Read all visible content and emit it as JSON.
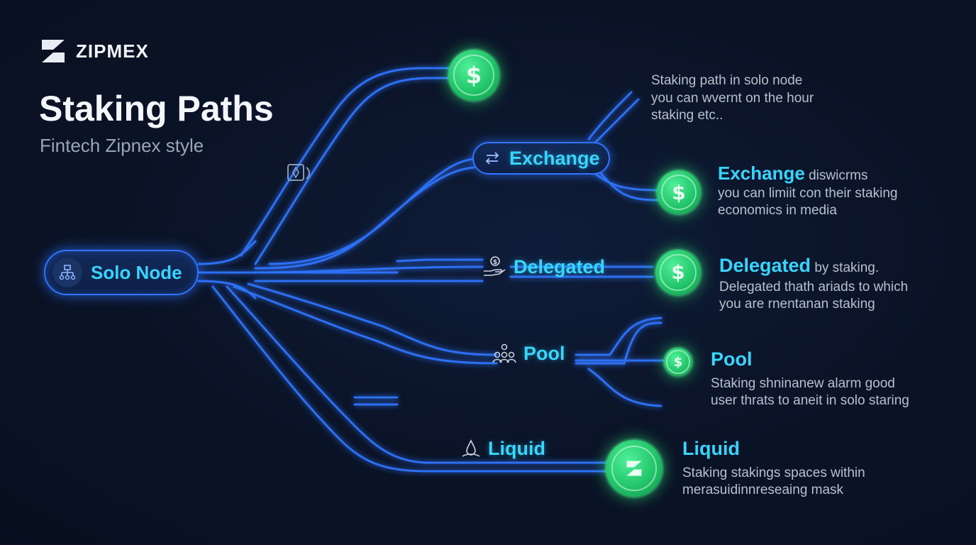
{
  "brand": {
    "name": "ZIPMEX"
  },
  "header": {
    "title": "Staking Paths",
    "subtitle": "Fintech Zipnex style"
  },
  "nodes": {
    "solo": "Solo Node",
    "exchange": "Exchange",
    "delegated": "Delegated",
    "pool": "Pool",
    "liquid": "Liquid"
  },
  "coins": {
    "symbol": "$"
  },
  "descriptions": {
    "top": [
      "Staking path in solo node",
      "you can wvernt on the hour",
      "staking etc.."
    ],
    "exchange": {
      "head": "Exchange",
      "tail": " diswicrms",
      "lines": [
        "you can limiit con their staking",
        "economics in media"
      ]
    },
    "delegated": {
      "head": "Delegated",
      "tail": " by staking.",
      "lines": [
        "Delegated thath ariads to which",
        "you are rnentanan staking"
      ]
    },
    "pool": {
      "head": "Pool",
      "lines": [
        "Staking shninanew alarm good",
        "user thrats to aneit in solo staring"
      ]
    },
    "liquid": {
      "head": "Liquid",
      "lines": [
        "Staking stakings spaces within",
        "merasuidinnreseaing mask"
      ]
    }
  },
  "colors": {
    "background": "#0b1428",
    "line": "#2f74ff",
    "accent": "#38d5ff",
    "coin": "#21c468",
    "text_muted": "#b6c0ce"
  },
  "icons": {
    "brand": "zipmex-logo-icon",
    "solo": "network-node-icon",
    "exchange": "swap-arrows-icon",
    "delegated": "hand-coin-icon",
    "pool": "people-group-icon",
    "liquid": "water-drop-icon",
    "floating": "rotate-document-icon",
    "coin": "dollar-icon"
  }
}
